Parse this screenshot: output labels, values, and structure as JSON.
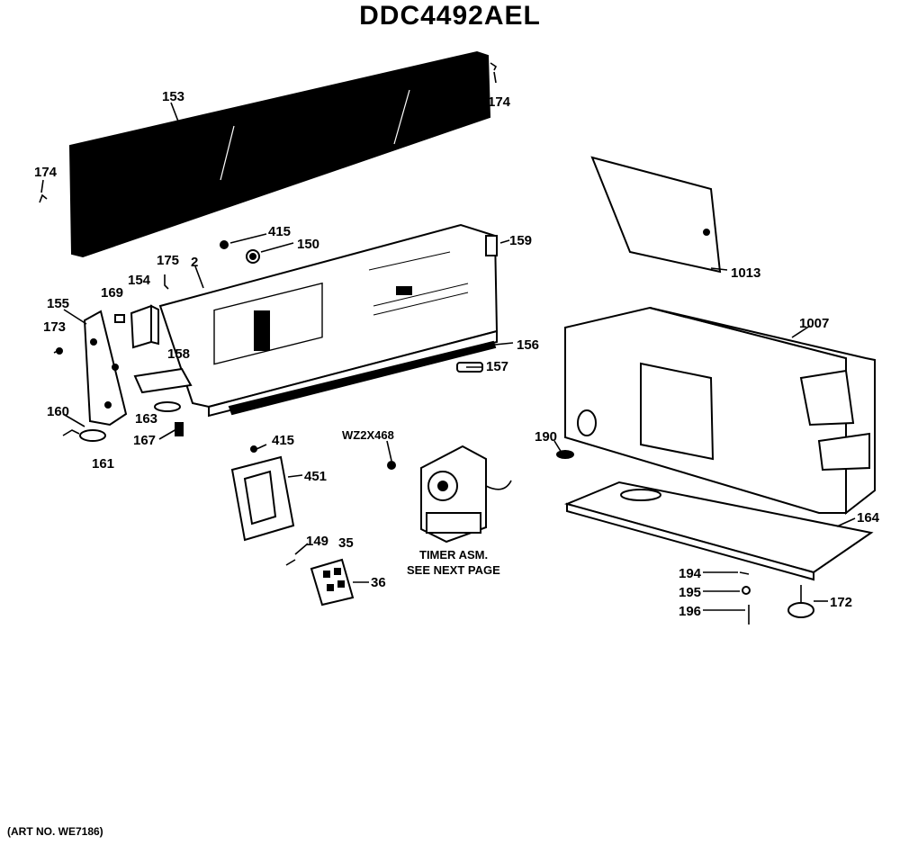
{
  "title": "DDC4492AEL",
  "art_no": "(ART NO. WE7186)",
  "timer_note": [
    "TIMER ASM.",
    "SEE NEXT PAGE"
  ],
  "callouts": {
    "c153": "153",
    "c174a": "174",
    "c174b": "174",
    "c415a": "415",
    "c150": "150",
    "c159": "159",
    "c175": "175",
    "c2": "2",
    "c154": "154",
    "c169": "169",
    "c155": "155",
    "c173": "173",
    "c158": "158",
    "c160": "160",
    "c163": "163",
    "c167": "167",
    "c161": "161",
    "c156": "156",
    "c157": "157",
    "c415b": "415",
    "c451": "451",
    "wz": "WZ2X468",
    "c149": "149",
    "c35": "35",
    "c36": "36",
    "c1013": "1013",
    "c1007": "1007",
    "c190": "190",
    "c164": "164",
    "c194": "194",
    "c195": "195",
    "c196": "196",
    "c172": "172"
  }
}
